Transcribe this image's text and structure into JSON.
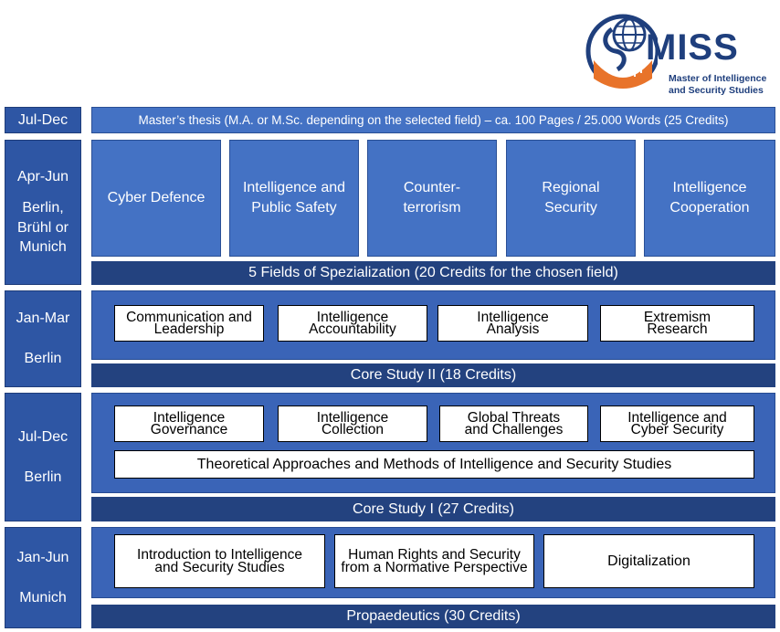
{
  "logo": {
    "abbr": "MISS",
    "line1": "Master of Intelligence",
    "line2": "and Security Studies",
    "colors": {
      "navy": "#1f3f7d",
      "orange": "#e8732a"
    }
  },
  "rows": [
    {
      "period": "Jul-Dec",
      "location": "",
      "thesis": "Master’s thesis (M.A. or M.Sc. depending on the selected field) – ca. 100 Pages / 25.000 Words (25 Credits)"
    },
    {
      "period": "Apr-Jun",
      "location": "Berlin, Brühl or Munich",
      "title": "5 Fields of Spezialization (20 Credits for the chosen field)",
      "items": [
        "Cyber Defence",
        "Intelligence and Public Safety",
        "Counter-terrorism",
        "Regional Security",
        "Intelligence Cooperation"
      ]
    },
    {
      "period": "Jan-Mar",
      "location": "Berlin",
      "title": "Core Study II (18 Credits)",
      "items": [
        "Communication and Leadership",
        "Intelligence Accountability",
        "Intelligence Analysis",
        "Extremism Research"
      ]
    },
    {
      "period": "Jul-Dec",
      "location": "Berlin",
      "title": "Core Study I (27 Credits)",
      "items": [
        "Intelligence Governance",
        "Intelligence Collection",
        "Global Threats and Challenges",
        "Intelligence and Cyber Security"
      ],
      "wide": "Theoretical Approaches and Methods of Intelligence and Security Studies"
    },
    {
      "period": "Jan-Jun",
      "location": "Munich",
      "title": "Propaedeutics (30 Credits)",
      "items": [
        "Introduction to Intelligence and Security Studies",
        "Human Rights and Security from a Normative Perspective",
        "Digitalization"
      ]
    }
  ]
}
